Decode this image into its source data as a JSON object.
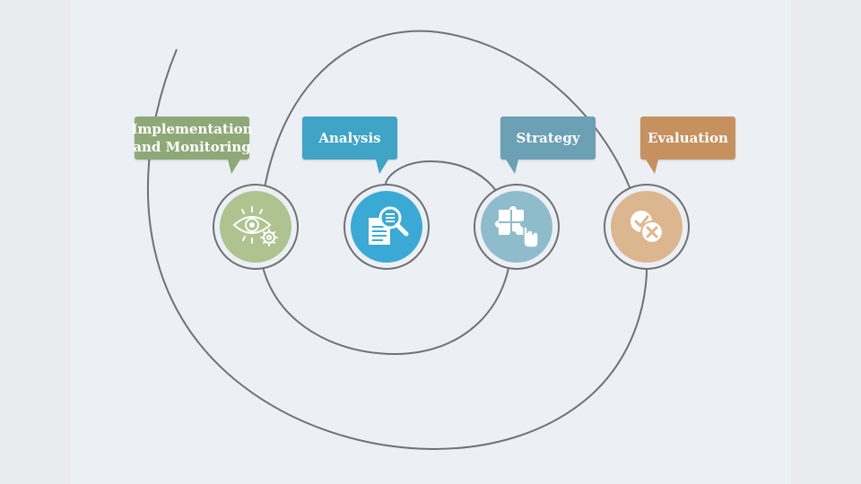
{
  "diagram": {
    "stages": [
      {
        "id": "implementation",
        "label": "Implementation and Monitoring",
        "line1": "Implementation",
        "line2": "and Monitoring",
        "color": "#8fa878",
        "icon": "eye-gear-icon"
      },
      {
        "id": "analysis",
        "label": "Analysis",
        "color": "#3fa4c6",
        "icon": "document-magnifier-icon"
      },
      {
        "id": "strategy",
        "label": "Strategy",
        "color": "#6ba0b5",
        "icon": "puzzle-hand-icon"
      },
      {
        "id": "evaluation",
        "label": "Evaluation",
        "color": "#c6915e",
        "icon": "check-cross-icon"
      }
    ],
    "connector_color": "#6f7275"
  }
}
